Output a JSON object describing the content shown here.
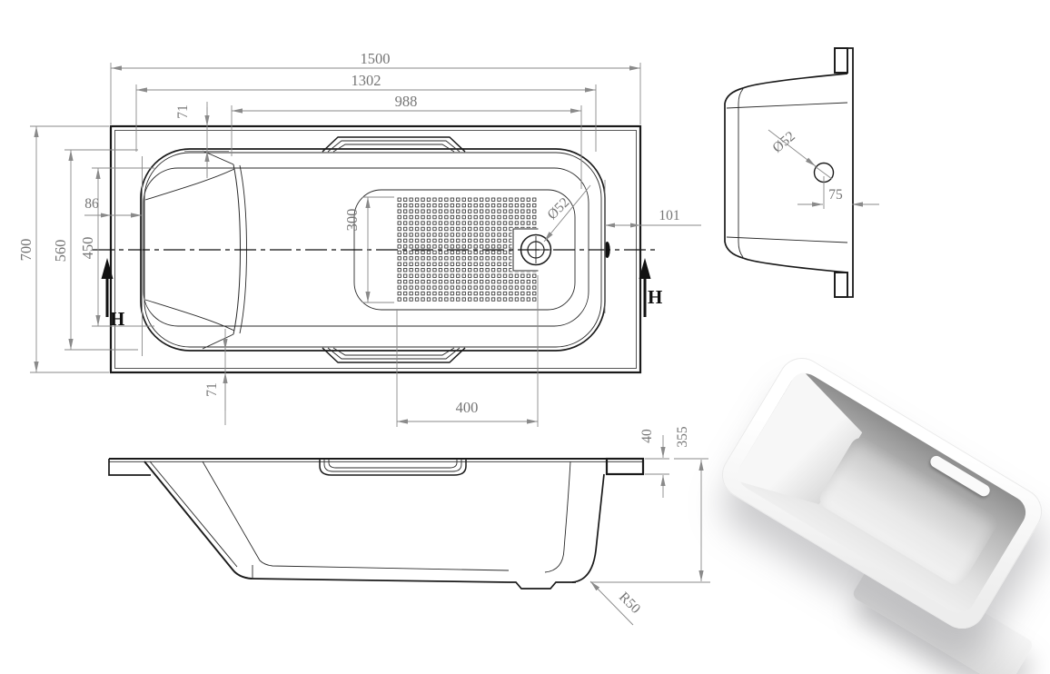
{
  "plan_view": {
    "dims": {
      "overall_length": "1500",
      "inner_length": "1302",
      "floor_length": "988",
      "rim_band": "71",
      "overall_width": "700",
      "basin_width": "560",
      "lip_width": "450",
      "head_clearance": "86",
      "foot_clearance": "101",
      "pad_height": "300",
      "pad_width": "400",
      "drain_diameter": "Ø52"
    },
    "section_marker": "H"
  },
  "section_view": {
    "drain_diameter": "Ø52",
    "drain_offset": "75"
  },
  "side_view": {
    "rim_height": "40",
    "overall_height": "355",
    "corner_radius": "R50"
  },
  "colors": {
    "object_line": "#1a1a1a",
    "dimension": "#8a8a8a"
  }
}
